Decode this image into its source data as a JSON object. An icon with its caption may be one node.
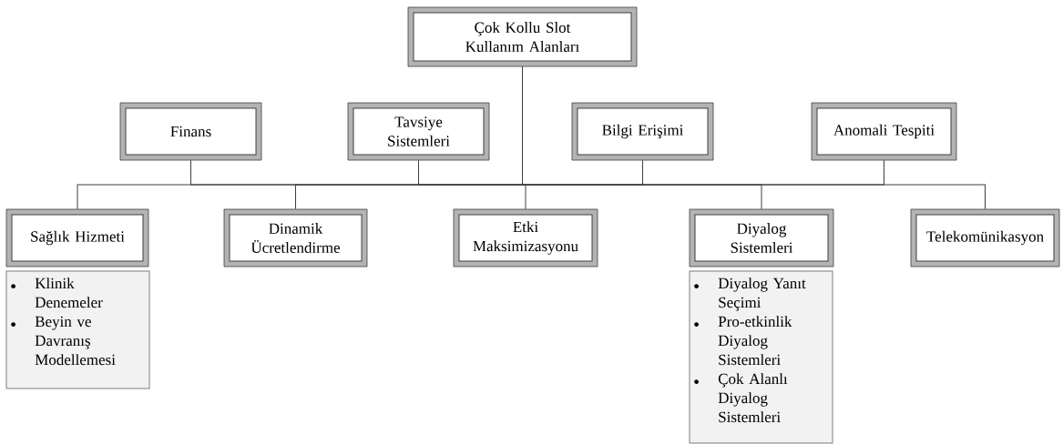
{
  "diagram": {
    "nodes": [
      {
        "text": [
          "Çok Kollu Slot Kullanım Alanları"
        ]
      },
      {
        "text": [
          "Finans"
        ]
      },
      {
        "text": [
          "Tavsiye Sistemleri"
        ]
      },
      {
        "text": [
          "Bilgi Erişimi"
        ]
      },
      {
        "text": [
          "Anomali Tespiti"
        ]
      },
      {
        "text": [
          "Sağlık Hizmeti"
        ]
      },
      {
        "text": [
          "Dinamik Ücretlendirme"
        ]
      },
      {
        "text": [
          "Etki Maksimizasyonu"
        ]
      },
      {
        "text": [
          "Diyalog Sistemleri"
        ]
      },
      {
        "text": [
          "Telekomünikasyon"
        ]
      },
      {
        "text": [
          "Klinik Denemeler",
          "Beyin ve Davranış Modellemesi"
        ]
      },
      {
        "text": [
          "Diyalog Yanıt Seçimi",
          "Pro-etkinlik Diyalog Sistemleri",
          "Çok Alanlı Diyalog Sistemleri"
        ]
      }
    ],
    "edges": [
      {
        "from": 0,
        "to": 1,
        "arrow": "none"
      },
      {
        "from": 0,
        "to": 2,
        "arrow": "none"
      },
      {
        "from": 0,
        "to": 3,
        "arrow": "none"
      },
      {
        "from": 0,
        "to": 4,
        "arrow": "none"
      },
      {
        "from": 0,
        "to": 5,
        "arrow": "none"
      },
      {
        "from": 0,
        "to": 6,
        "arrow": "none"
      },
      {
        "from": 0,
        "to": 7,
        "arrow": "none"
      },
      {
        "from": 0,
        "to": 8,
        "arrow": "none"
      },
      {
        "from": 0,
        "to": 9,
        "arrow": "none"
      }
    ]
  }
}
